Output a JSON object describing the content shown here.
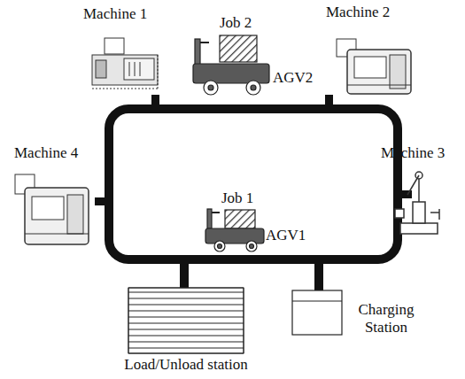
{
  "diagram": {
    "nodes": [
      {
        "text": [
          "Machine 1"
        ]
      },
      {
        "text": [
          "Job 2",
          "AGV2"
        ]
      },
      {
        "text": [
          "Machine 2"
        ]
      },
      {
        "text": [
          "Machine 4"
        ]
      },
      {
        "text": [
          "Machine 3"
        ]
      },
      {
        "text": [
          "Job 1",
          "AGV1"
        ]
      },
      {
        "text": [
          "Load/Unload station"
        ]
      },
      {
        "text": [
          "Charging Station"
        ]
      }
    ]
  }
}
